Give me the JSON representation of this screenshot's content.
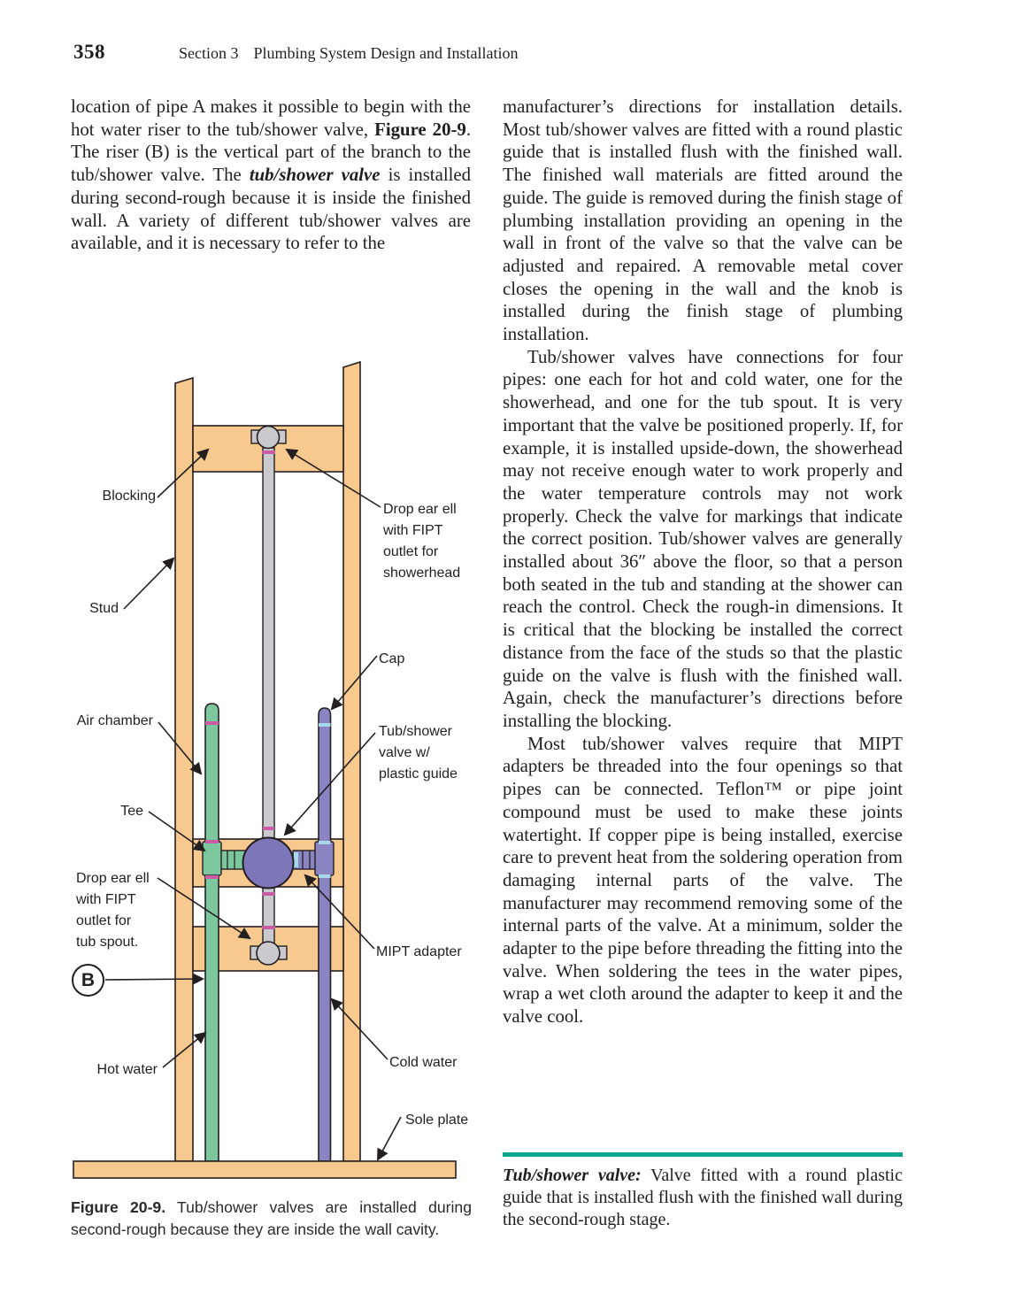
{
  "page": {
    "number": "358",
    "section": "Section 3",
    "title": "Plumbing System Design and Installation"
  },
  "left_column": {
    "p1_a": "location of pipe A makes it possible to begin with the hot water riser to the tub/shower valve, ",
    "p1_b": "Figure 20-9",
    "p1_c": ". The riser (B) is the vertical part of the branch to the tub/shower valve. The ",
    "p1_d": "tub/shower valve",
    "p1_e": " is installed during second-rough because it is inside the finished wall. A variety of different tub/shower valves are available, and it is necessary to refer to the"
  },
  "right_column": {
    "p1": "manufacturer’s directions for installation details. Most tub/shower valves are fitted with a round plastic guide that is installed flush with the finished wall. The finished wall materials are fitted around the guide. The guide is removed during the finish stage of plumbing installation providing an opening in the wall in front of the valve so that the valve can be adjusted and repaired. A removable metal cover closes the opening in the wall and the knob is installed during the finish stage of plumbing installation.",
    "p2": "Tub/shower valves have connections for four pipes: one each for hot and cold water, one for the showerhead, and one for the tub spout. It is very important that the valve be positioned properly. If, for example, it is installed upside-down, the showerhead may not receive enough water to work properly and the water temperature controls may not work properly. Check the valve for markings that indicate the correct position. Tub/shower valves are generally installed about 36″ above the floor, so that a person both seated in the tub and standing at the shower can reach the control. Check the rough-in dimensions. It is critical that the blocking be installed the correct distance from the face of the studs so that the plastic guide on the valve is flush with the finished wall. Again, check the manufacturer’s directions before installing the blocking.",
    "p3": "Most tub/shower valves require that MIPT adapters be threaded into the four openings so that pipes can be connected. Teflon™ or pipe joint compound must be used to make these joints watertight. If copper pipe is being installed, exercise care to prevent heat from the soldering operation from damaging internal parts of the valve. The manufacturer may recommend removing some of the internal parts of the valve. At a minimum, solder the adapter to the pipe before threading the fitting into the valve. When soldering the tees in the water pipes, wrap a wet cloth around the adapter to keep it and the valve cool."
  },
  "definition": {
    "term": "Tub/shower valve:",
    "text": " Valve fitted with a round plastic guide that is installed flush with the finished wall during the second-rough stage."
  },
  "figure": {
    "caption_lead": "Figure 20-9.",
    "caption_text": " Tub/shower valves are installed during second-rough because they are inside the wall cavity.",
    "labels": {
      "blocking": "Blocking",
      "stud": "Stud",
      "drop_ear_shower": "Drop ear ell\nwith FIPT\noutlet for\nshowerhead",
      "cap": "Cap",
      "air_chamber": "Air chamber",
      "tee": "Tee",
      "valve": "Tub/shower\nvalve w/\nplastic guide",
      "drop_ear_tub": "Drop ear ell\nwith FIPT\noutlet for\ntub spout.",
      "mipt": "MIPT adapter",
      "riser_b": "B",
      "hot_water": "Hot water",
      "cold_water": "Cold water",
      "sole_plate": "Sole plate"
    },
    "colors": {
      "wood": "#F7C98F",
      "hot_pipe_green": "#7DC79E",
      "cold_pipe_purple": "#8A84C2",
      "valve_purple": "#7D76B8",
      "gray_pipe": "#C9C9CE",
      "joint_pink": "#C85CA5",
      "joint_blue": "#A5D9EA"
    }
  },
  "accent": {
    "teal_rule": "#0AA88E"
  }
}
